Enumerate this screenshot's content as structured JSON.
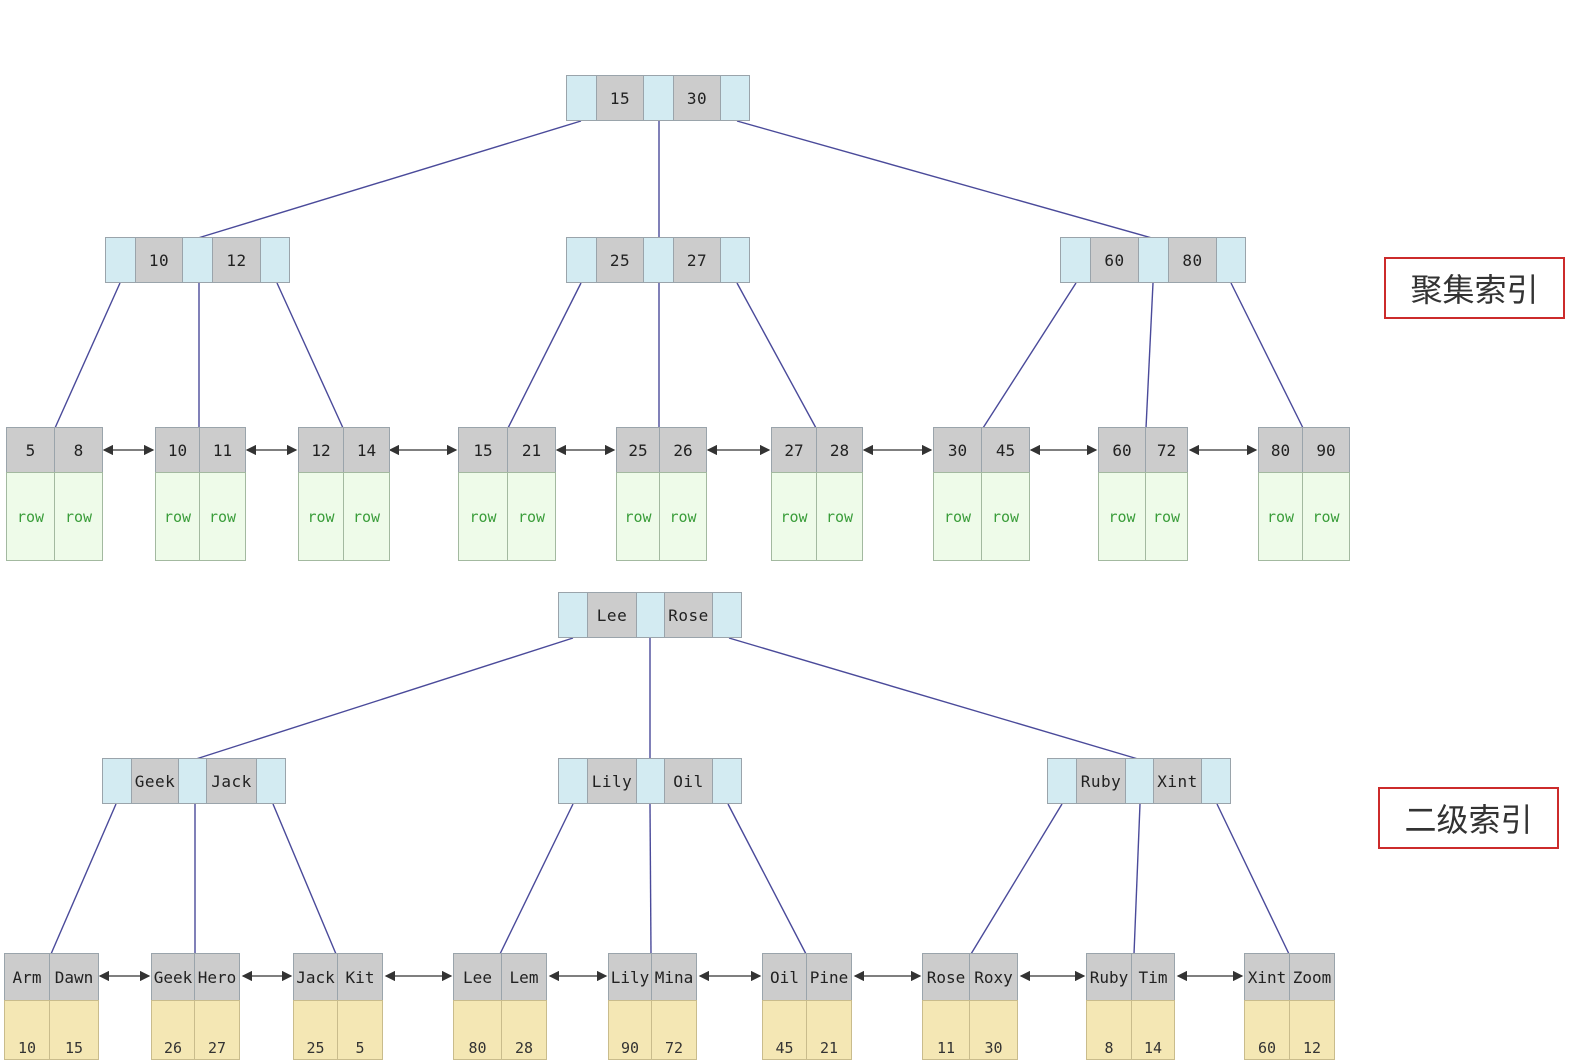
{
  "labels": {
    "clustered": "聚集索引",
    "secondary": "二级索引"
  },
  "clustered": {
    "root": [
      "15",
      "30"
    ],
    "internal": [
      [
        "10",
        "12"
      ],
      [
        "25",
        "27"
      ],
      [
        "60",
        "80"
      ]
    ],
    "leaf_row_label": "row",
    "leaves": [
      [
        "5",
        "8"
      ],
      [
        "10",
        "11"
      ],
      [
        "12",
        "14"
      ],
      [
        "15",
        "21"
      ],
      [
        "25",
        "26"
      ],
      [
        "27",
        "28"
      ],
      [
        "30",
        "45"
      ],
      [
        "60",
        "72"
      ],
      [
        "80",
        "90"
      ]
    ]
  },
  "secondary": {
    "root": [
      "Lee",
      "Rose"
    ],
    "internal": [
      [
        "Geek",
        "Jack"
      ],
      [
        "Lily",
        "Oil"
      ],
      [
        "Ruby",
        "Xint"
      ]
    ],
    "leaves": [
      {
        "keys": [
          "Arm",
          "Dawn"
        ],
        "ids": [
          "10",
          "15"
        ]
      },
      {
        "keys": [
          "Geek",
          "Hero"
        ],
        "ids": [
          "26",
          "27"
        ]
      },
      {
        "keys": [
          "Jack",
          "Kit"
        ],
        "ids": [
          "25",
          "5"
        ]
      },
      {
        "keys": [
          "Lee",
          "Lem"
        ],
        "ids": [
          "80",
          "28"
        ]
      },
      {
        "keys": [
          "Lily",
          "Mina"
        ],
        "ids": [
          "90",
          "72"
        ]
      },
      {
        "keys": [
          "Oil",
          "Pine"
        ],
        "ids": [
          "45",
          "21"
        ]
      },
      {
        "keys": [
          "Rose",
          "Roxy"
        ],
        "ids": [
          "11",
          "30"
        ]
      },
      {
        "keys": [
          "Ruby",
          "Tim"
        ],
        "ids": [
          "8",
          "14"
        ]
      },
      {
        "keys": [
          "Xint",
          "Zoom"
        ],
        "ids": [
          "60",
          "12"
        ]
      }
    ]
  },
  "colors": {
    "pointer": "#d3ebf2",
    "key": "#cccccc",
    "row_cell": "#eefbe9",
    "id_cell": "#f4e7b4",
    "link": "#4a4a9a",
    "label_border": "#cc2b2b"
  }
}
